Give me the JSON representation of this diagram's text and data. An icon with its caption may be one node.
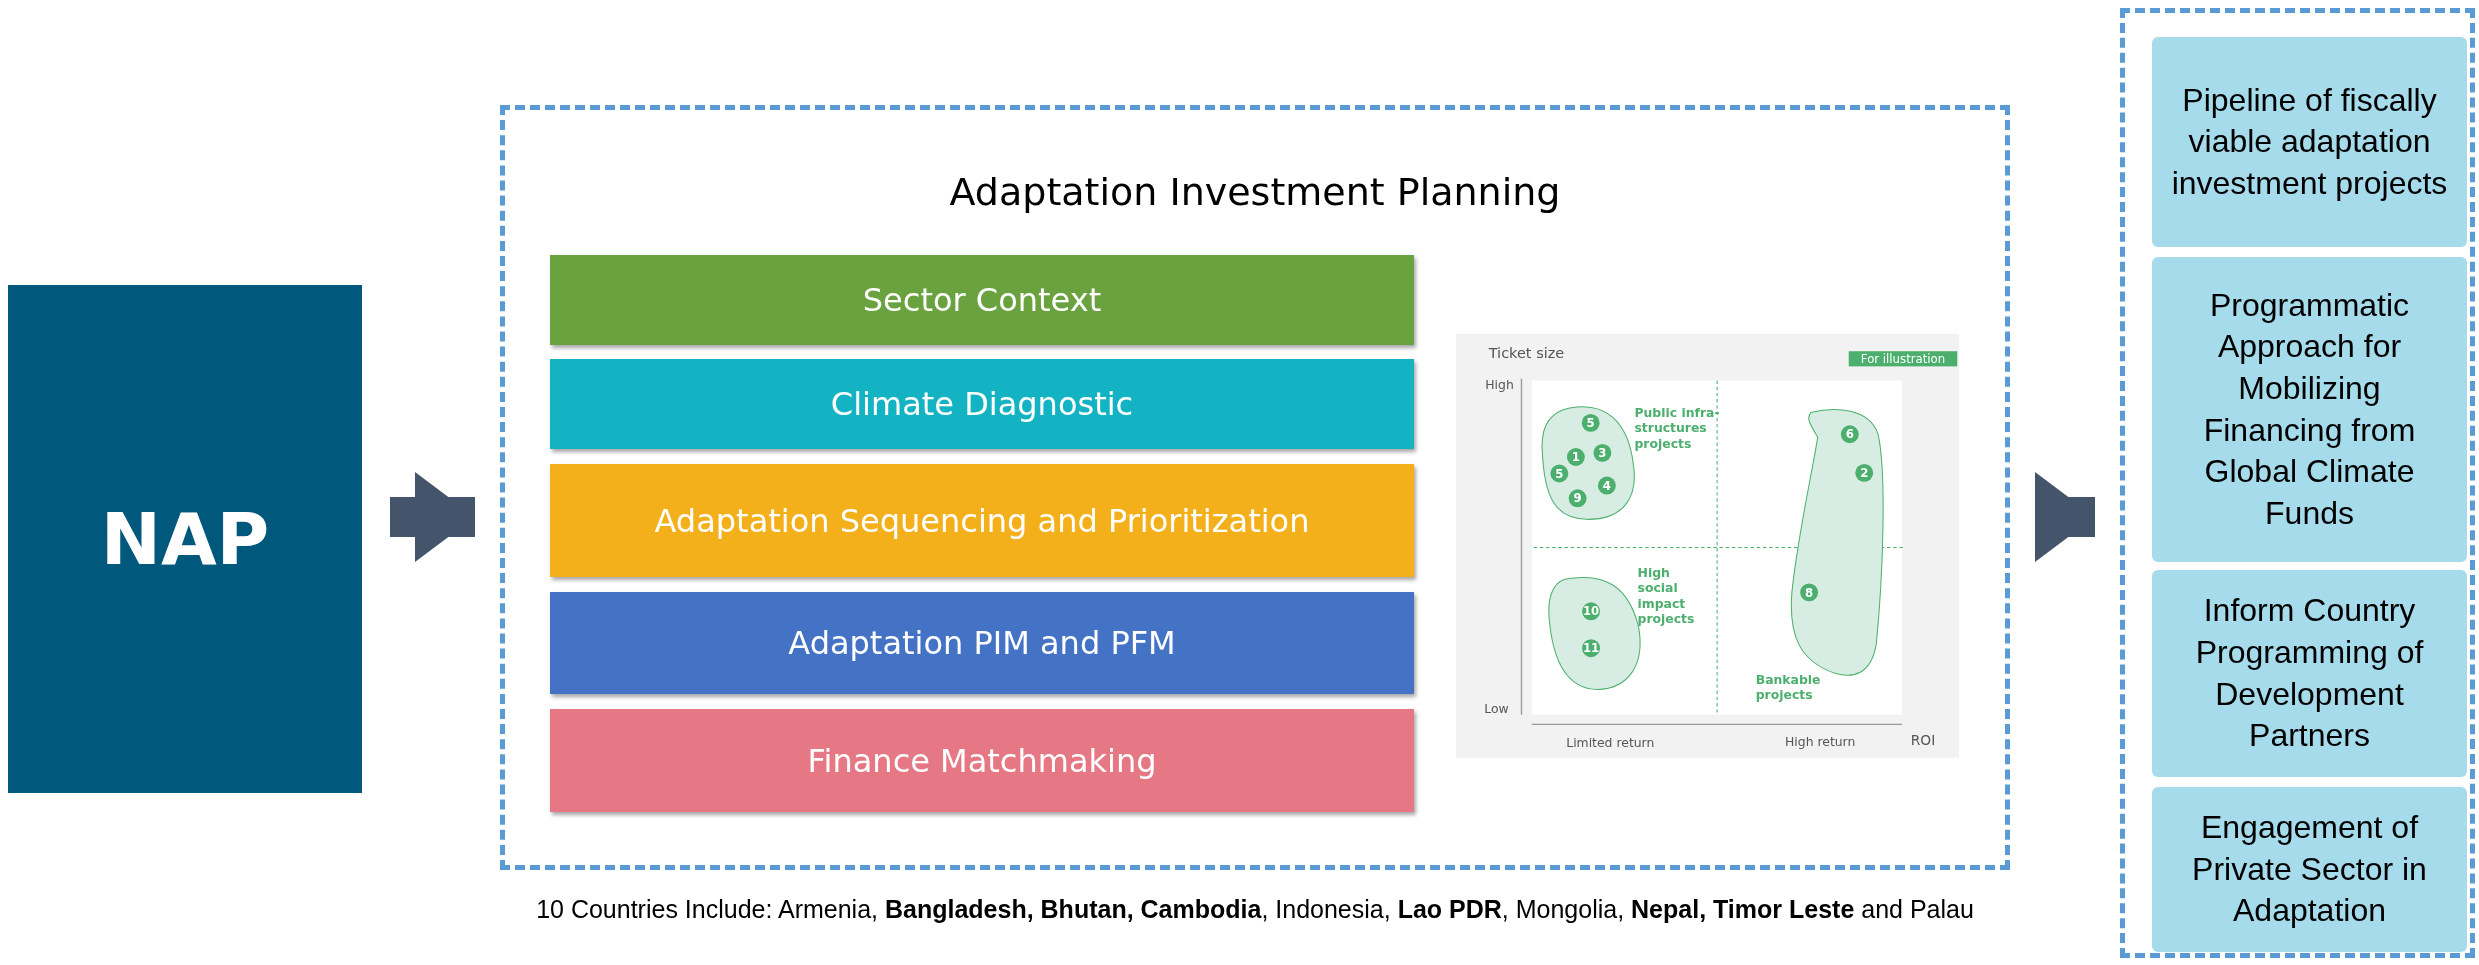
{
  "diagram": {
    "caption": "10 Countries Include: Armenia, **Bangladesh, Bhutan, Cambodia**, Indonesia, **Lao PDR**, Mongolia, **Nepal, Timor Leste** and Palau",
    "nodes": [
      {
        "text": [
          "NAP"
        ]
      },
      {
        "text": [
          "Adaptation Investment Planning"
        ]
      },
      {
        "text": [
          "Sector Context"
        ],
        "in": 1
      },
      {
        "text": [
          "Climate Diagnostic"
        ],
        "in": 1
      },
      {
        "text": [
          "Adaptation Sequencing and Prioritization"
        ],
        "in": 1
      },
      {
        "text": [
          "Adaptation PIM and PFM"
        ],
        "in": 1
      },
      {
        "text": [
          "Finance Matchmaking"
        ],
        "in": 1
      },
      {
        "text": [],
        "shape": "box"
      },
      {
        "text": [
          "Pipeline of fiscally viable adaptation investment projects"
        ],
        "in": 7
      },
      {
        "text": [
          "Programmatic Approach for Mobilizing Financing from Global Climate Funds"
        ],
        "in": 7
      },
      {
        "text": [
          "Inform Country Programming of Development Partners"
        ],
        "in": 7
      },
      {
        "text": [
          "Engagement of Private Sector in Adaptation"
        ],
        "in": 7
      }
    ],
    "edges": [
      {
        "from": 0,
        "to": 1,
        "arrow": "to"
      },
      {
        "from": 1,
        "to": 7,
        "arrow": "to"
      }
    ],
    "labels": [
      "Ticket size",
      "For illustration",
      "High",
      "5",
      "Public infra-structures projects",
      "6",
      "3",
      "1",
      "2",
      "5",
      "4",
      "9",
      "High social impact projects",
      "8",
      "10",
      "11",
      "Bankable projects",
      "Low",
      "Limited return",
      "High return",
      "ROI"
    ]
  }
}
